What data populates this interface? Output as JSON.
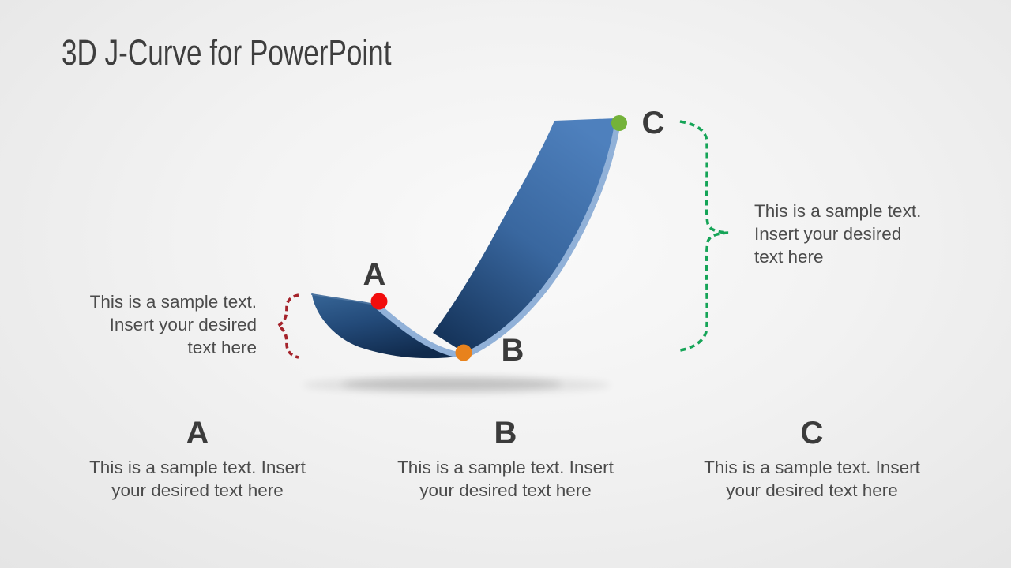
{
  "slide": {
    "title": "3D J-Curve for PowerPoint"
  },
  "curve": {
    "points": [
      {
        "label": "A",
        "dot_color": "#f20d0d"
      },
      {
        "label": "B",
        "dot_color": "#e8821c"
      },
      {
        "label": "C",
        "dot_color": "#74b23a"
      }
    ],
    "ribbon_edge_color": "#91b1d8",
    "ribbon_top_color": "#4e80bd",
    "ribbon_dark_color": "#102a4c"
  },
  "callouts": {
    "left": {
      "brace_color": "#a5232b",
      "lines": [
        "This is a sample text.",
        "Insert your desired",
        "text here"
      ]
    },
    "right": {
      "brace_color": "#15a457",
      "lines": [
        "This is a sample text.",
        "Insert your desired",
        "text here"
      ]
    }
  },
  "legend": [
    {
      "letter": "A",
      "lines": [
        "This is a sample text. Insert",
        "your desired text here"
      ]
    },
    {
      "letter": "B",
      "lines": [
        "This is a sample text. Insert",
        "your desired text here"
      ]
    },
    {
      "letter": "C",
      "lines": [
        "This is a sample text. Insert",
        "your desired text here"
      ]
    }
  ]
}
